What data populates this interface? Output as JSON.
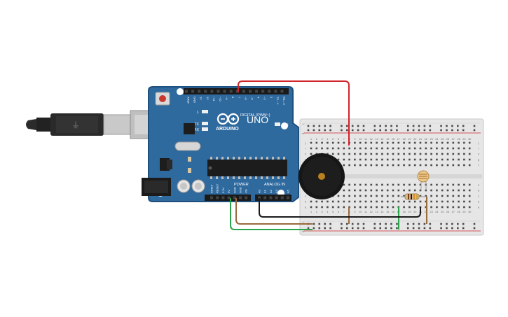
{
  "scene": {
    "board": {
      "logo_text": "ARDUINO",
      "model_text": "UNO",
      "digital_header_label": "DIGITAL (PWM~)",
      "power_label": "POWER",
      "analog_label": "ANALOG IN",
      "on_led_label": "ON",
      "l_led_label": "L",
      "tx_label": "TX",
      "rx_label": "RX",
      "digital_pins": [
        "AREF",
        "GND",
        "13",
        "12",
        "~11",
        "~10",
        "~9",
        "8",
        "7",
        "~6",
        "~5",
        "4",
        "~3",
        "2",
        "TX→1",
        "RX←0"
      ],
      "power_pins": [
        "IOREF",
        "RESET",
        "3.3V",
        "5V",
        "GND",
        "GND",
        "Vin"
      ],
      "analog_pins": [
        "A0",
        "A1",
        "A2",
        "A3",
        "A4",
        "A5"
      ]
    },
    "breadboard": {
      "column_numbers": [
        "1",
        "2",
        "3",
        "4",
        "5",
        "6",
        "7",
        "8",
        "9",
        "10",
        "11",
        "12",
        "13",
        "14",
        "15",
        "16",
        "17",
        "18",
        "19",
        "20",
        "21",
        "22",
        "23",
        "24",
        "25",
        "26",
        "27",
        "28",
        "29",
        "30"
      ],
      "row_letters_top": [
        "j",
        "i",
        "h",
        "g",
        "f"
      ],
      "row_letters_bottom": [
        "e",
        "d",
        "c",
        "b",
        "a"
      ],
      "rail_plus": "+",
      "rail_minus": "−"
    },
    "colors": {
      "board_blue": "#2f6a9f",
      "board_edge": "#1f4f7c",
      "wire_red": "#d0232a",
      "wire_green": "#2aa44a",
      "wire_brown": "#9a6a3c",
      "wire_black": "#1a1a1a",
      "breadboard": "#e6e6e6"
    },
    "components": {
      "usb_cable": "usb-cable-icon",
      "buzzer": "piezo-buzzer-icon",
      "photoresistor": "photoresistor-icon",
      "resistor": "resistor-icon"
    }
  }
}
